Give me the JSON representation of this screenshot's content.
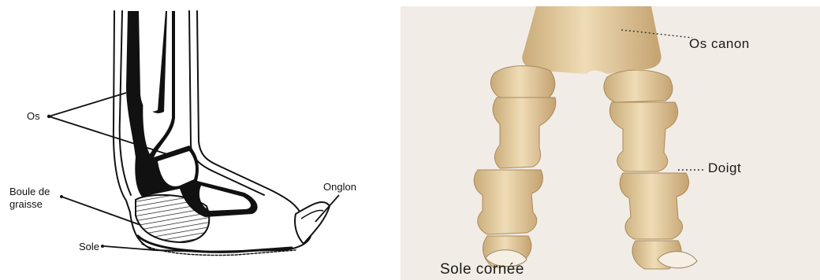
{
  "left_diagram": {
    "labels": {
      "os": "Os",
      "boule": "Boule de\ngraisse",
      "sole": "Sole",
      "onglon": "Onglon"
    }
  },
  "right_photo": {
    "labels": {
      "os_canon": "Os canon",
      "doigt": "Doigt",
      "sole_cornee": "Sole cornée"
    }
  },
  "colors": {
    "outline": "#111111",
    "bone": "#e3cfa4",
    "bone_shadow": "#b89a6a",
    "photo_bg": "#f2ece6"
  }
}
